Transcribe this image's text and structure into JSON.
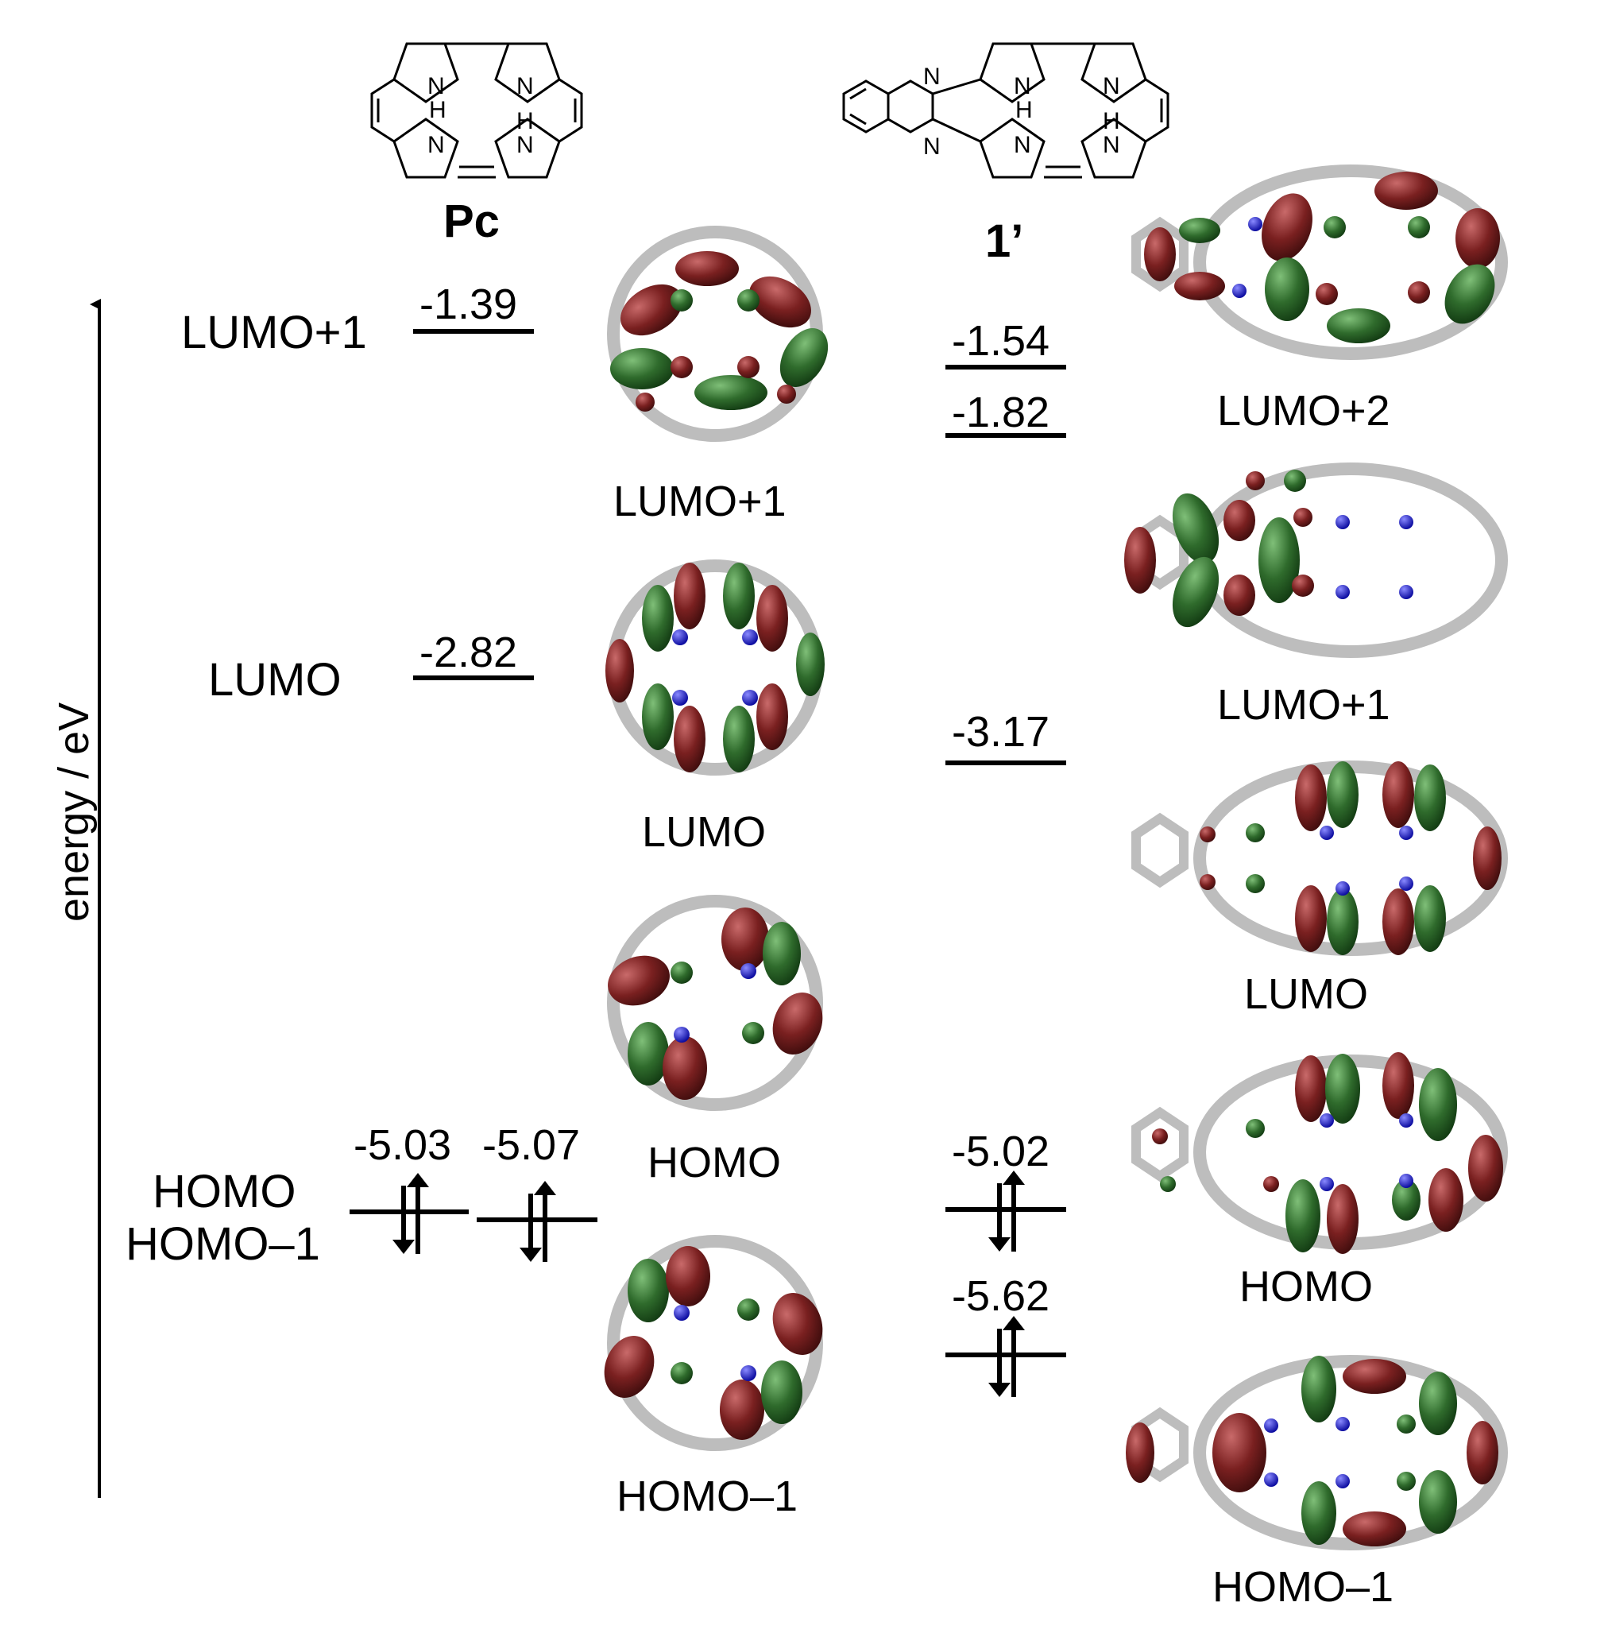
{
  "axis": {
    "title": "energy / eV"
  },
  "compounds": {
    "pc": "Pc",
    "c1": "1’"
  },
  "level_labels": {
    "lumo_plus_1": "LUMO+1",
    "lumo": "LUMO",
    "homo": "HOMO",
    "homo_minus_1": "HOMO–1"
  },
  "pc_energies": {
    "lumo_plus_1": "-1.39",
    "lumo": "-2.82",
    "homo": "-5.03",
    "homo_minus_1": "-5.07"
  },
  "c1_energies": {
    "lumo_plus_2": "-1.54",
    "lumo_plus_1": "-1.82",
    "lumo": "-3.17",
    "homo": "-5.02",
    "homo_minus_1": "-5.62"
  },
  "pc_orbital_captions": {
    "lumo_plus_1": "LUMO+1",
    "lumo": "LUMO",
    "homo": "HOMO",
    "homo_minus_1": "HOMO–1"
  },
  "c1_orbital_captions": {
    "lumo_plus_2": "LUMO+2",
    "lumo_plus_1": "LUMO+1",
    "lumo": "LUMO",
    "homo": "HOMO",
    "homo_minus_1": "HOMO–1"
  },
  "structure_atom_labels": {
    "n": "N",
    "h": "H"
  },
  "colors": {
    "lobe_red": "#7a2020",
    "lobe_green": "#2f6b2c",
    "nitrogen": "#1515c8",
    "carbon": "#c0c0c0",
    "hydrogen": "#e8e8e8"
  }
}
